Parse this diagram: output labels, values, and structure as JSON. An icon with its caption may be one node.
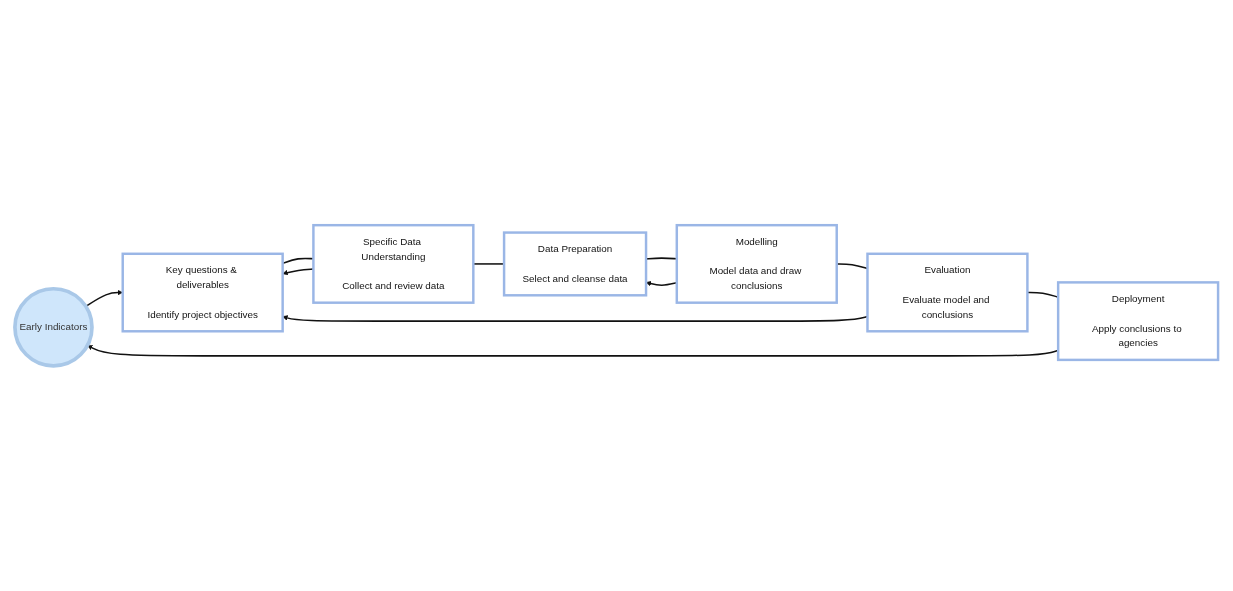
{
  "diagram": {
    "nodes": [
      {
        "text": [
          "Early Indicators"
        ]
      },
      {
        "text": [
          "Key questions & deliverables",
          "Identify project objectives"
        ]
      },
      {
        "text": [
          "Specific Data Understanding",
          "Collect and review data"
        ]
      },
      {
        "text": [
          "Data Preparation",
          "Select and cleanse data"
        ]
      },
      {
        "text": [
          "Modelling",
          "Model data and draw conclusions"
        ]
      },
      {
        "text": [
          "Evaluation",
          "Evaluate model and conclusions"
        ]
      },
      {
        "text": [
          "Deployment",
          "Apply conclusions to agencies"
        ]
      }
    ],
    "edges": [
      {
        "from": 0,
        "to": 1,
        "arrow": "to"
      },
      {
        "from": 1,
        "to": 2,
        "arrow": "none"
      },
      {
        "from": 2,
        "to": 3,
        "arrow": "none"
      },
      {
        "from": 3,
        "to": 4,
        "arrow": "none"
      },
      {
        "from": 4,
        "to": 5,
        "arrow": "none"
      },
      {
        "from": 5,
        "to": 6,
        "arrow": "none"
      },
      {
        "from": 2,
        "to": 1,
        "arrow": "to"
      },
      {
        "from": 4,
        "to": 3,
        "arrow": "to"
      },
      {
        "from": 5,
        "to": 1,
        "arrow": "to"
      },
      {
        "from": 6,
        "to": 0,
        "arrow": "to"
      }
    ]
  }
}
